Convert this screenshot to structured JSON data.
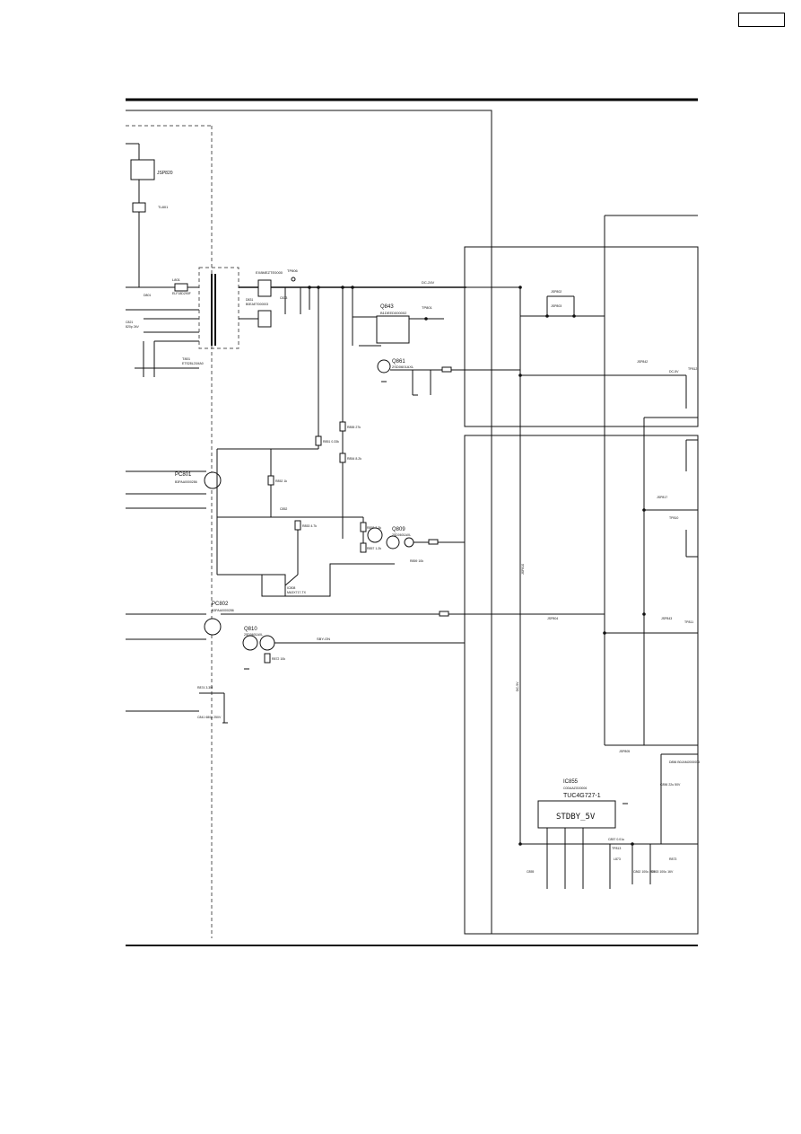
{
  "labels": {
    "jsp820": "JSP820",
    "l801": "L801",
    "l801_part": "ELF18D290F",
    "d831": "D831",
    "d831_part": "B0EAET000003",
    "tp806": "TP806",
    "tp801": "TP801",
    "ic842_part": "EX8MEZTE0000",
    "c821": "C821",
    "c821_val": "820p 2kV",
    "t801": "T801",
    "t801_part": "ETS28L21MA0",
    "dc24v": "DC-24V",
    "dc5v": "DC-5V",
    "q843": "Q843",
    "q843_part": "B1DEED000002",
    "q861": "Q861",
    "q861_part": "2SD0601AXL",
    "pc801": "PC801",
    "pc801_part": "B3PAA0000286",
    "pc802": "PC802",
    "pc802_part": "B3PAA0000286",
    "q810": "Q810",
    "q810_part": "2SD0601AXL",
    "q809": "Q809",
    "q809_part": "2SD0601AXL",
    "ic808_part": "MA3X717-TX",
    "r851": "R851 0.33k",
    "r852": "R852 1k",
    "r853": "R853 4.7k",
    "r855": "R855 27k",
    "r854": "R854 8.2k",
    "r858": "R858 3.3k",
    "r857": "R857 1.2k",
    "r859": "R859 10k",
    "r872": "R872 10k",
    "r874": "R874 3.3M",
    "c841": "C841 680p 250V",
    "sby_on": "SBY-ON",
    "jsp804": "JSP804",
    "jsp802": "JSP802",
    "jsp803": "JSP803",
    "jsp805": "JSP805",
    "jsp842": "JSP842",
    "jsp817": "JSP817",
    "jsp843": "JSP843",
    "jsp810": "JSP810",
    "tp810": "TP810",
    "tp811": "TP811",
    "tp812": "TP812",
    "tp813": "TP813",
    "ic855": "IC855",
    "ic855_part": "C0DAAZG00006",
    "ic855_desc": "TUC4G727-1",
    "ic855_name": "STDBY_5V",
    "dc5v_vert": "DC-5V",
    "c855": "C855",
    "c856": "C856 22u 50V",
    "c857": "C857 0.01u",
    "d856": "D856 B0JAMJ000003",
    "l873": "L873",
    "c862": "C862 100u 25V",
    "c863": "C863 100u 16V",
    "r873": "R873",
    "d801": "D801"
  }
}
